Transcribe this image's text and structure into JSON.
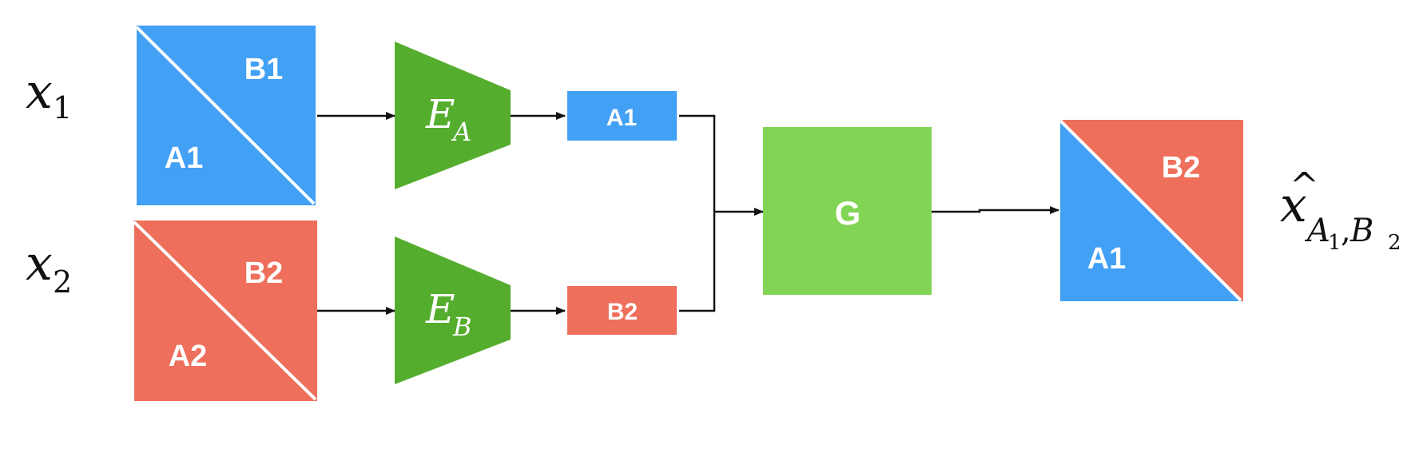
{
  "colors": {
    "blue": "#42a0f5",
    "red": "#ee6f5b",
    "encoder_green": "#55ad2e",
    "generator_green": "#82d455",
    "arrow": "#111111"
  },
  "inputs": [
    {
      "var": "x",
      "sub": "1",
      "upper_label": "B1",
      "lower_label": "A1"
    },
    {
      "var": "x",
      "sub": "2",
      "upper_label": "B2",
      "lower_label": "A2"
    }
  ],
  "encoders": [
    {
      "symbol": "E",
      "sub": "A"
    },
    {
      "symbol": "E",
      "sub": "B"
    }
  ],
  "codes": [
    {
      "label": "A1"
    },
    {
      "label": "B2"
    }
  ],
  "generator": {
    "label": "G"
  },
  "output": {
    "upper_label": "B2",
    "lower_label": "A1",
    "var": "x",
    "hat": "^",
    "sub_a": "A",
    "sub_a_idx": "1",
    "comma": ",",
    "sub_b": "B",
    "sub_b_idx": "2"
  }
}
